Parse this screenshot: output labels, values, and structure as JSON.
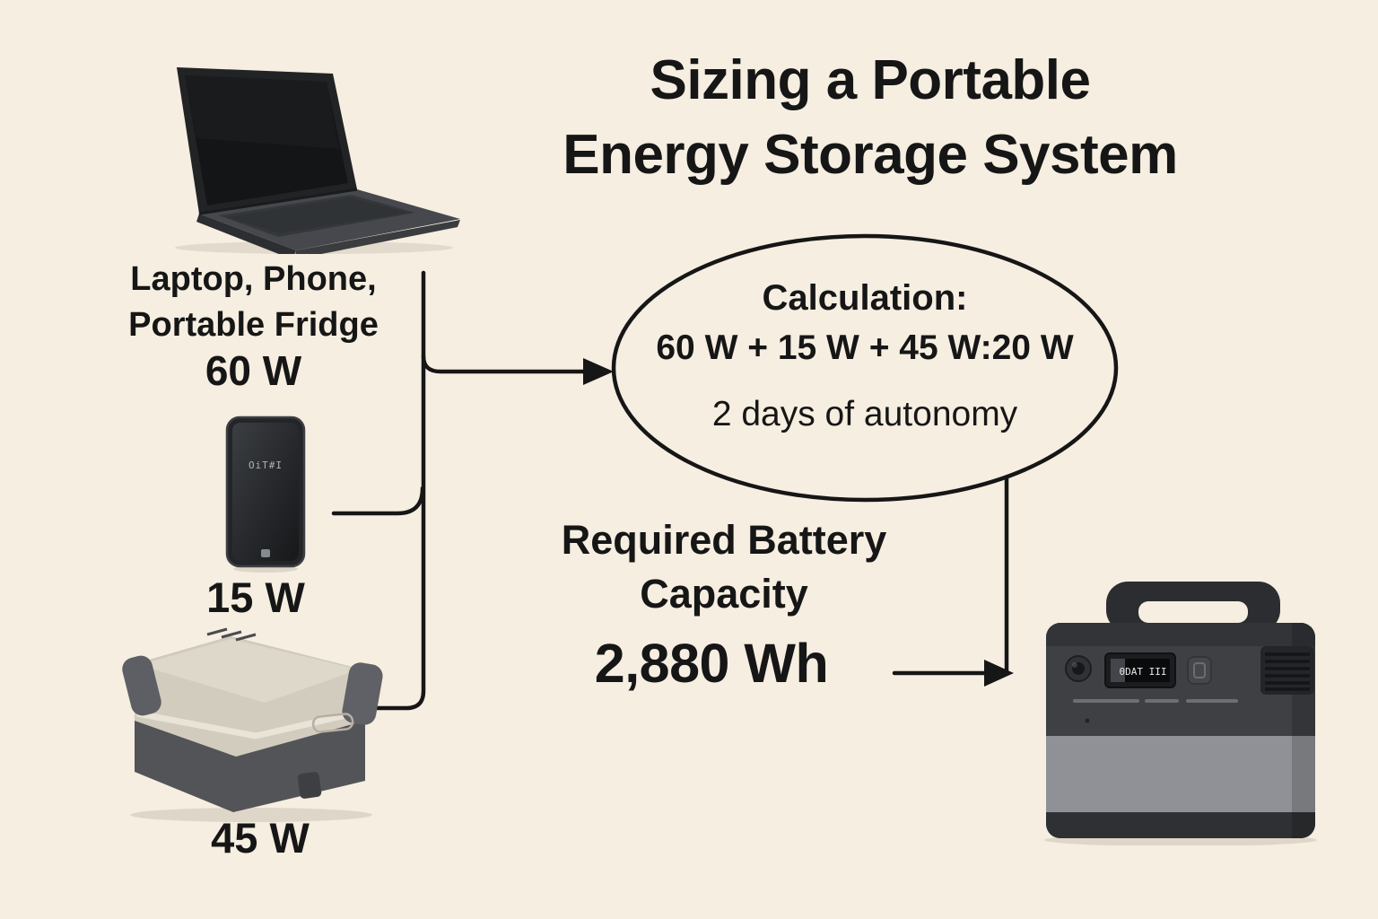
{
  "title": {
    "line1": "Sizing a Portable",
    "line2": "Energy Storage System"
  },
  "sources": {
    "group_label_line1": "Laptop, Phone,",
    "group_label_line2": "Portable Fridge",
    "group_power": "60 W",
    "phone_power": "15 W",
    "fridge_power": "45 W"
  },
  "calculation": {
    "heading": "Calculation:",
    "formula": "60 W + 15 W + 45 W:20 W",
    "autonomy": "2 days of autonomy"
  },
  "result": {
    "label_line1": "Required Battery",
    "label_line2": "Capacity",
    "value": "2,880 Wh"
  },
  "illustrations": {
    "phone_screen_text": "OiT#I",
    "station_display_text": "0DAT III"
  },
  "colors": {
    "background": "#f5eee1",
    "ink": "#161616"
  }
}
